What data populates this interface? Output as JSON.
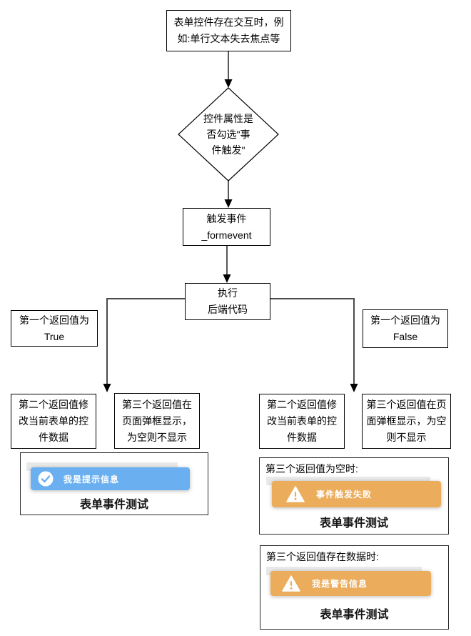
{
  "diagram": {
    "start": {
      "lines": [
        "表单控件存在交互时，例",
        "如:单行文本失去焦点等"
      ]
    },
    "decision": {
      "lines": [
        "控件属性是",
        "否勾选\"事",
        "件触发\""
      ]
    },
    "trigger": {
      "lines": [
        "触发事件",
        "_formevent"
      ]
    },
    "exec": {
      "lines": [
        "执行",
        "后端代码"
      ]
    },
    "branch_true": {
      "lines": [
        "第一个返回值为",
        "True"
      ]
    },
    "branch_false": {
      "lines": [
        "第一个返回值为",
        "False"
      ]
    },
    "second_return_text": "第二个返回值修改当前表单的控件数据",
    "third_return_text": "第三个返回值在页面弹框显示，为空则不显示"
  },
  "previews": {
    "success": {
      "toast_text": "我是提示信息",
      "form_title": "表单事件测试"
    },
    "empty": {
      "label": "第三个返回值为空时:",
      "toast_text": "事件触发失败",
      "form_title": "表单事件测试"
    },
    "warning": {
      "label": "第三个返回值存在数据时:",
      "toast_text": "我是警告信息",
      "form_title": "表单事件测试"
    }
  },
  "colors": {
    "info_toast": "#6AAFF0",
    "warning_toast": "#EBAD5C",
    "node_border": "#000000",
    "connector": "#3f3f3f"
  }
}
